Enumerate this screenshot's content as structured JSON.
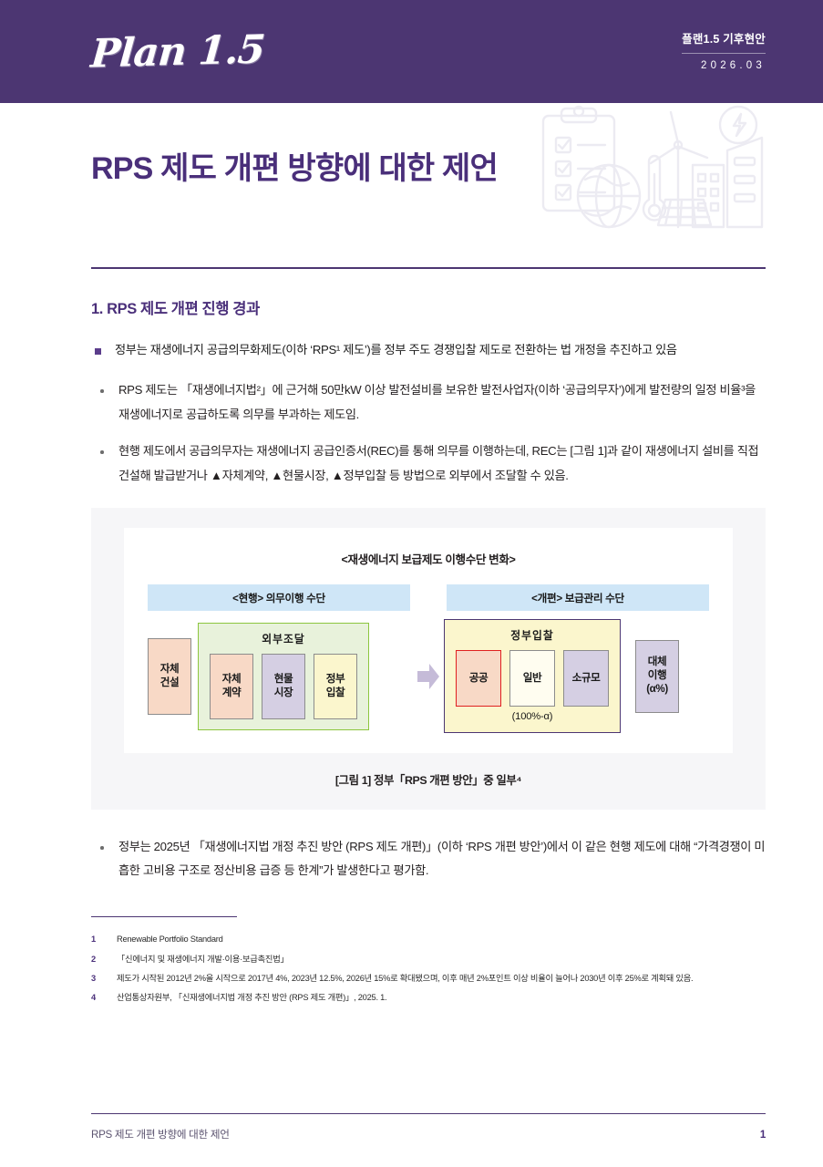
{
  "header": {
    "logo_text": "Plan 1.5",
    "brand": "플랜1.5 기후현안",
    "date": "2026.03",
    "bar_color": "#4C3672"
  },
  "title": {
    "text": "RPS 제도 개편 방향에 대한 제언",
    "color": "#4A2F7A",
    "watermark_icons": [
      "clipboard-checklist-icon",
      "globe-icon",
      "thermometer-icon",
      "wind-turbine-icon",
      "solar-panel-icon",
      "building-icon",
      "lightning-bolt-icon"
    ]
  },
  "section": {
    "heading": "1. RPS 제도 개편 진행 경과",
    "bullets": [
      {
        "type": "lead",
        "text": "정부는 재생에너지 공급의무화제도(이하 ‘RPS¹ 제도’)를 정부 주도 경쟁입찰 제도로 전환하는 법 개정을 추진하고 있음"
      },
      {
        "type": "sub",
        "text": "RPS 제도는 「재생에너지법²」에 근거해 50만kW 이상 발전설비를 보유한 발전사업자(이하 ‘공급의무자’)에게 발전량의 일정 비율³을 재생에너지로 공급하도록 의무를 부과하는 제도임."
      },
      {
        "type": "sub",
        "text": "현행 제도에서 공급의무자는 재생에너지 공급인증서(REC)를 통해 의무를 이행하는데, REC는 [그림 1]과 같이 재생에너지 설비를 직접 건설해 발급받거나 ▲자체계약, ▲현물시장, ▲정부입찰 등 방법으로 외부에서 조달할 수 있음."
      },
      {
        "type": "sub",
        "text": "정부는 2025년 「재생에너지법 개정 추진 방안 (RPS 제도 개편)」(이하 ‘RPS 개편 방안’)에서 이 같은 현행 제도에 대해 “가격경쟁이 미흡한 고비용 구조로 정산비용 급증 등 한계”가 발생한다고 평가함."
      }
    ]
  },
  "figure": {
    "title": "<재생에너지 보급제도 이행수단 변화>",
    "caption": "[그림 1] 정부「RPS 개편 방안」중 일부⁴",
    "headers": [
      {
        "label": "<현행> 의무이행 수단",
        "bg": "#CFE6F7"
      },
      {
        "label": "<개편> 보급관리 수단",
        "bg": "#CFE6F7"
      }
    ],
    "current": {
      "standalone": {
        "line1": "자체",
        "line2": "건설",
        "fill": "#F8D9C6"
      },
      "group": {
        "title": "외부조달",
        "border": "#8CC63E",
        "bg": "#E8F2DB",
        "items": [
          {
            "line1": "자체",
            "line2": "계약",
            "fill": "#F8D9C6"
          },
          {
            "line1": "현물",
            "line2": "시장",
            "fill": "#D5CFE3"
          },
          {
            "line1": "정부",
            "line2": "입찰",
            "fill": "#FBF6CD"
          }
        ]
      }
    },
    "arrow": {
      "name": "right-arrow-icon",
      "color": "#C5BBD8"
    },
    "reformed": {
      "group": {
        "title": "정부입찰",
        "border": "#4C3672",
        "bg": "#FBF6CD",
        "note": "(100%-α)",
        "items": [
          {
            "line1": "공공",
            "line2": "",
            "fill": "#F8D9C6",
            "border": "#E02020"
          },
          {
            "line1": "일반",
            "line2": "",
            "fill": "#FFFDF0",
            "border": "#8C8C8C"
          },
          {
            "line1": "소규모",
            "line2": "",
            "fill": "#D5CFE3",
            "border": "#8C8C8C"
          }
        ]
      },
      "standalone": {
        "line1": "대체",
        "line2": "이행",
        "line3": "(α%)",
        "fill": "#D5CFE3"
      }
    }
  },
  "footnotes": [
    {
      "num": "1",
      "text": "Renewable Portfolio Standard"
    },
    {
      "num": "2",
      "text": "「신에너지 및 재생에너지 개발·이용·보급촉진법」"
    },
    {
      "num": "3",
      "text": "제도가 시작된 2012년 2%을 시작으로 2017년 4%, 2023년 12.5%, 2026년 15%로 확대됐으며, 이후 매년 2%포인트 이상 비율이 늘어나 2030년 이후 25%로 계획돼 있음."
    },
    {
      "num": "4",
      "text": "산업통상자원부, 「신재생에너지법 개정 추진 방안 (RPS 제도 개편)」, 2025. 1."
    }
  ],
  "footer": {
    "title": "RPS 제도 개편 방향에 대한 제언",
    "page": "1"
  }
}
